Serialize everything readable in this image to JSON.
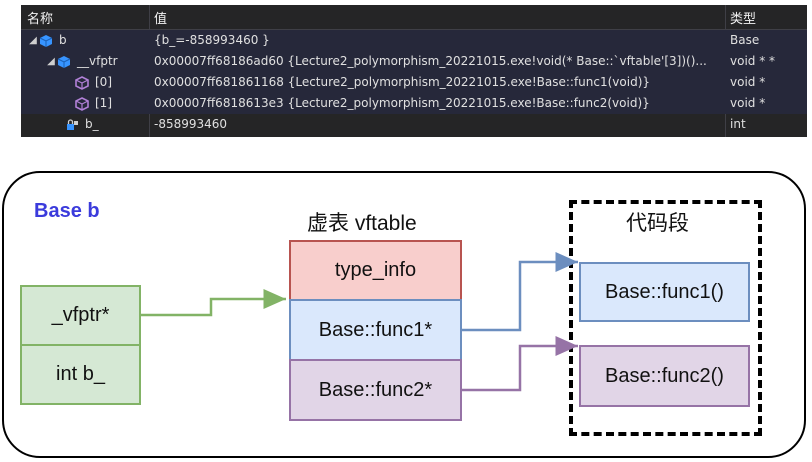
{
  "watch": {
    "headers": {
      "name": "名称",
      "value": "值",
      "type": "类型"
    },
    "rows": [
      {
        "expander": "◢",
        "icon": "object-cube-icon",
        "name": "b",
        "value": "{b_=-858993460 }",
        "type": "Base",
        "selected": true
      },
      {
        "expander": "◢",
        "icon": "object-cube-icon",
        "name": "__vfptr",
        "value": "0x00007ff68186ad60 {Lecture2_polymorphism_20221015.exe!void(* Base::`vftable'[3])()...",
        "type": "void * *",
        "selected": true
      },
      {
        "expander": "",
        "icon": "method-cube-icon",
        "name": "[0]",
        "value": "0x00007ff681861168 {Lecture2_polymorphism_20221015.exe!Base::func1(void)}",
        "type": "void *",
        "selected": true
      },
      {
        "expander": "",
        "icon": "method-cube-icon",
        "name": "[1]",
        "value": "0x00007ff6818613e3 {Lecture2_polymorphism_20221015.exe!Base::func2(void)}",
        "type": "void *",
        "selected": true
      },
      {
        "expander": "",
        "icon": "field-lock-icon",
        "name": "b_",
        "value": "-858993460",
        "type": "int",
        "selected": false
      }
    ]
  },
  "diagram": {
    "title": "Base b",
    "object": {
      "vfptr": "_vfptr*",
      "member": "int b_"
    },
    "vftable": {
      "caption": "虚表 vftable",
      "type_info": "type_info",
      "func1": "Base::func1*",
      "func2": "Base::func2*"
    },
    "code": {
      "caption": "代码段",
      "func1": "Base::func1()",
      "func2": "Base::func2()"
    },
    "colors": {
      "title": "#3b3bdc",
      "green": "#82b366",
      "blue": "#6c8ebf",
      "purple": "#9673a6"
    }
  }
}
